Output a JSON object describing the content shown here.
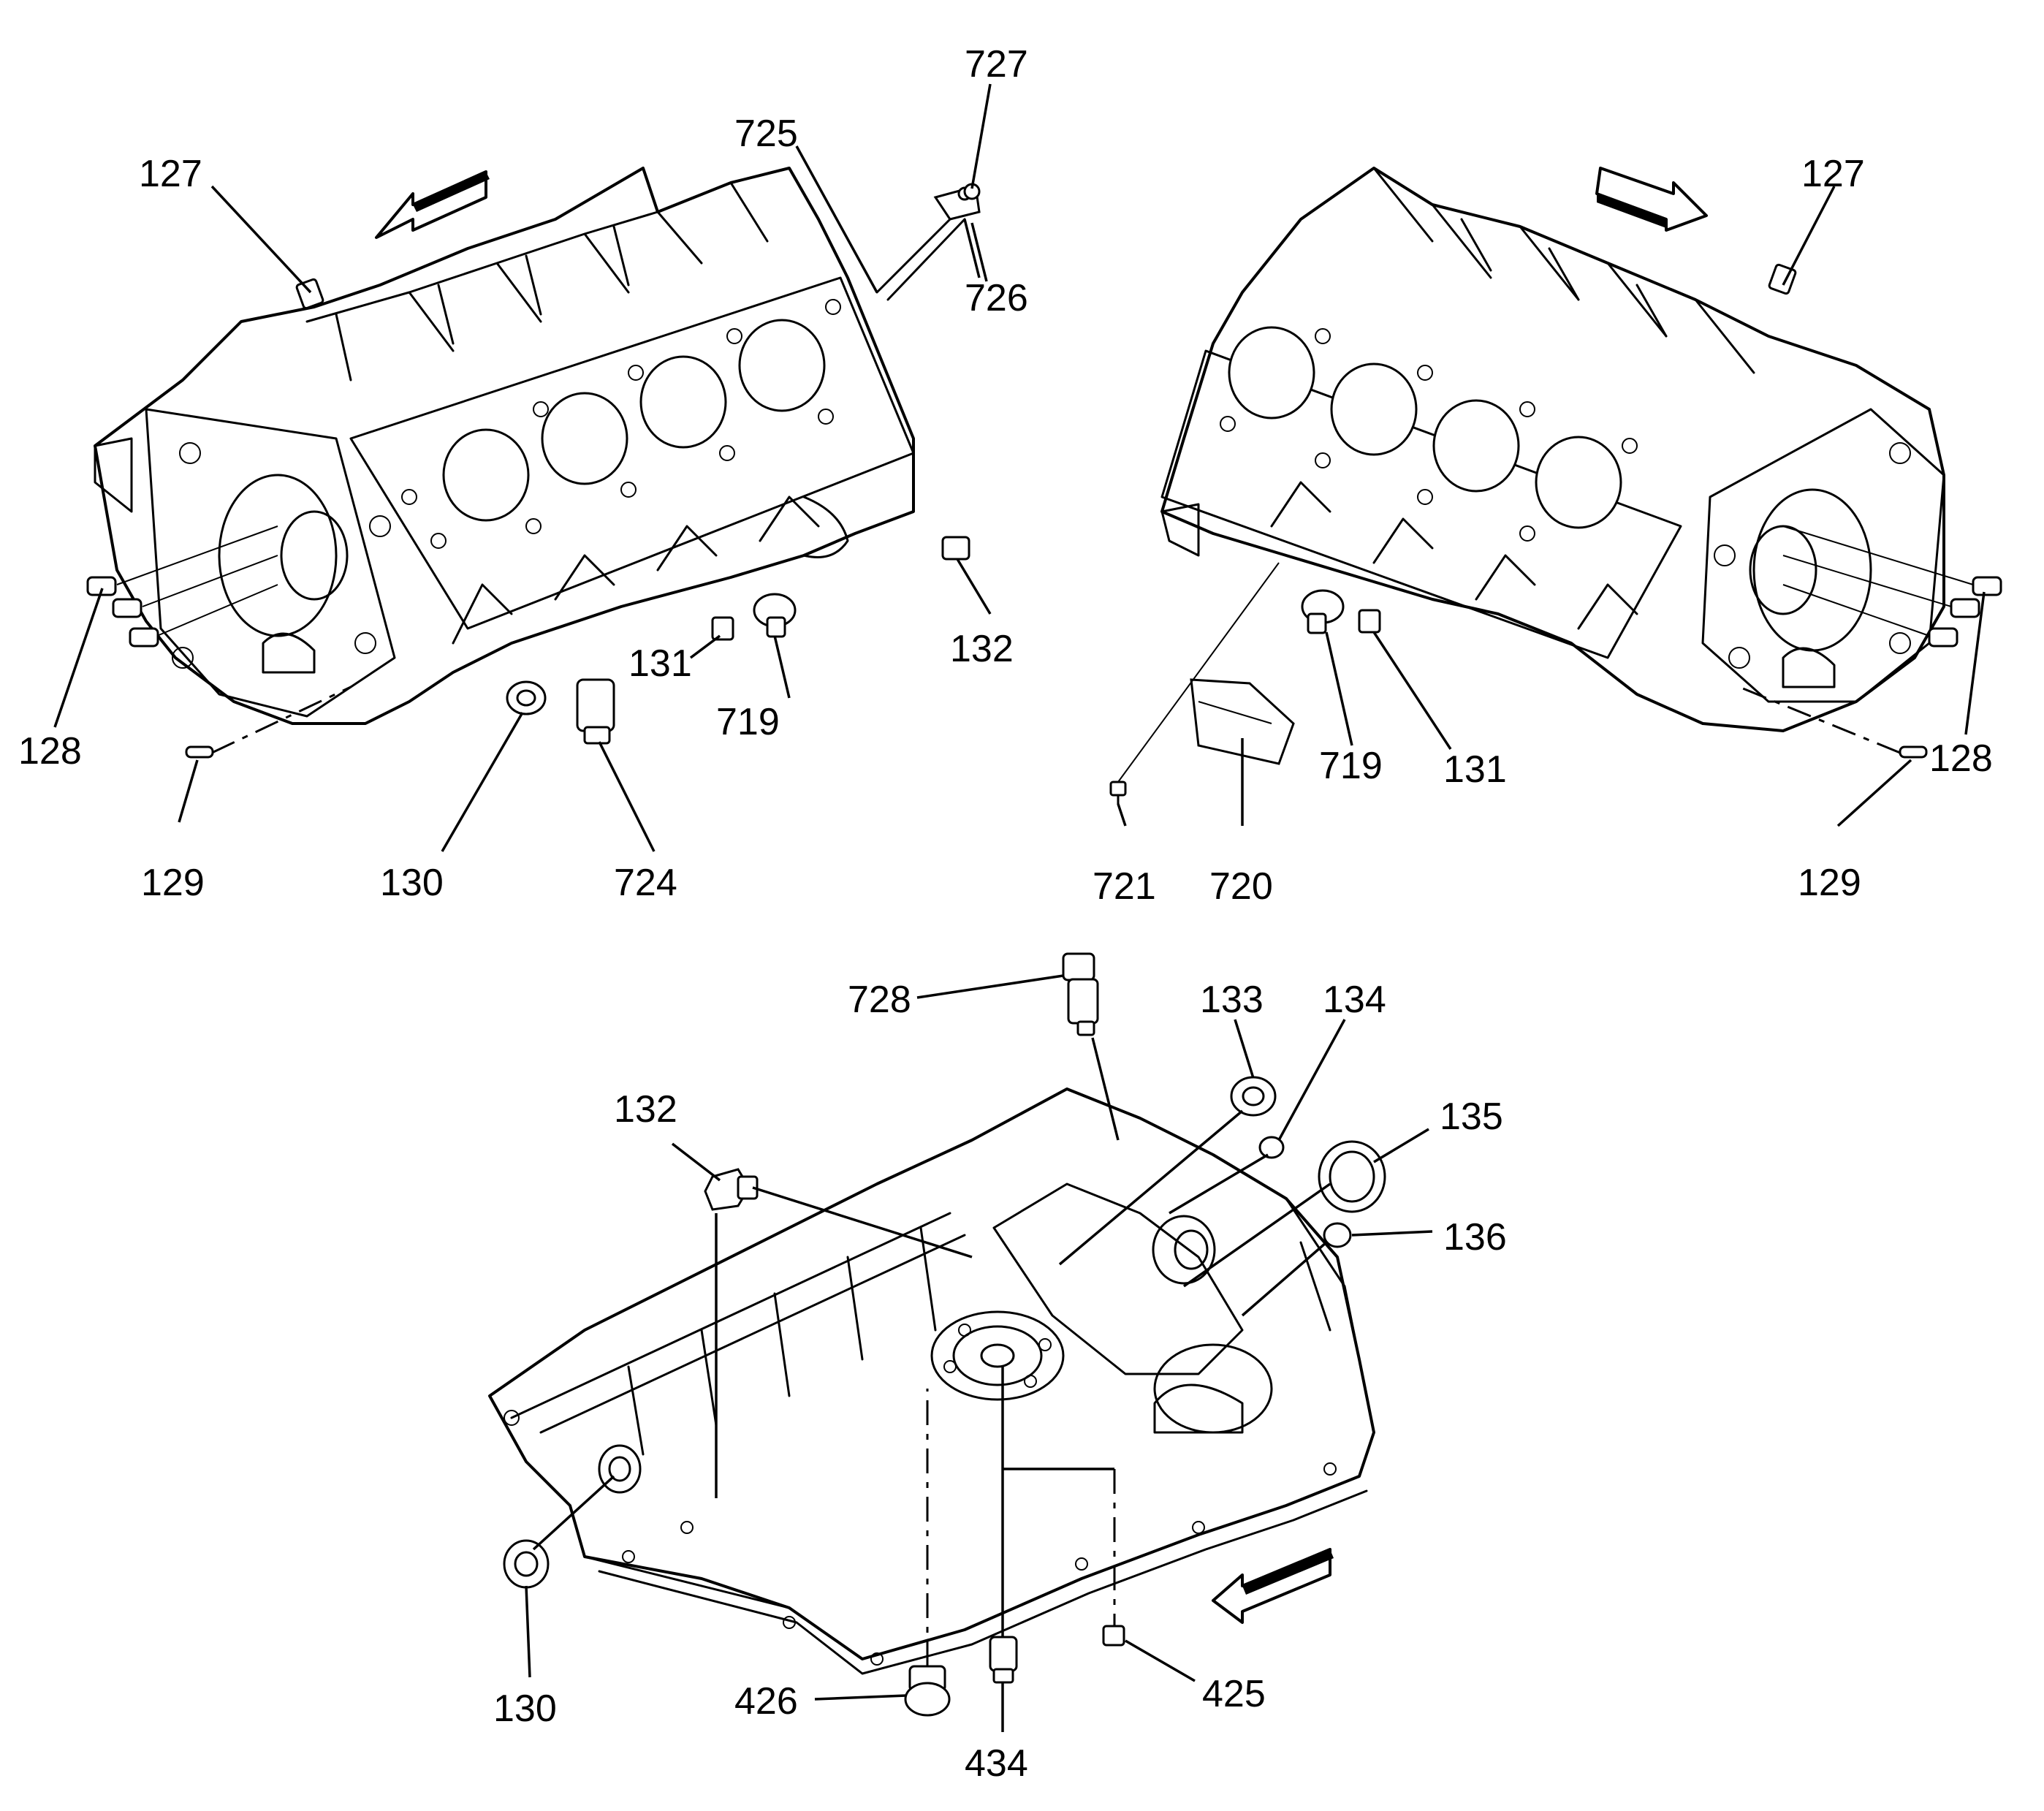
{
  "views": {
    "left_view": {
      "labels": [
        "127",
        "725",
        "727",
        "726",
        "128",
        "129",
        "130",
        "724",
        "131",
        "719",
        "132"
      ]
    },
    "right_view": {
      "labels": [
        "127",
        "128",
        "129",
        "719",
        "131",
        "721",
        "720"
      ]
    },
    "bottom_view": {
      "labels": [
        "728",
        "133",
        "134",
        "135",
        "136",
        "132",
        "130",
        "426",
        "434",
        "425"
      ]
    }
  },
  "icons": [
    "direction-arrow-icon"
  ]
}
